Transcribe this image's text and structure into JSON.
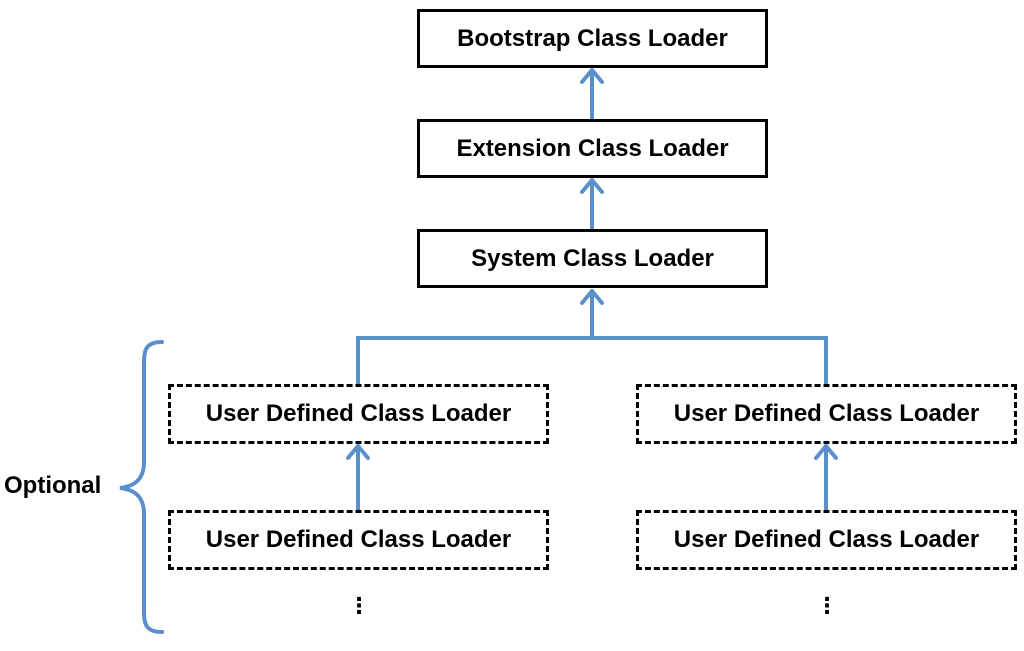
{
  "diagram": {
    "nodes": {
      "bootstrap": "Bootstrap Class Loader",
      "extension": "Extension Class Loader",
      "system": "System Class Loader",
      "user_left_1": "User Defined Class Loader",
      "user_left_2": "User Defined Class Loader",
      "user_right_1": "User Defined Class Loader",
      "user_right_2": "User Defined Class Loader"
    },
    "bracket_label": "Optional",
    "continuation_marks": {
      "left": "⋮",
      "right": "⋮"
    },
    "colors": {
      "connector": "#5b8fcc",
      "box_border": "#000000",
      "text": "#000000"
    }
  }
}
